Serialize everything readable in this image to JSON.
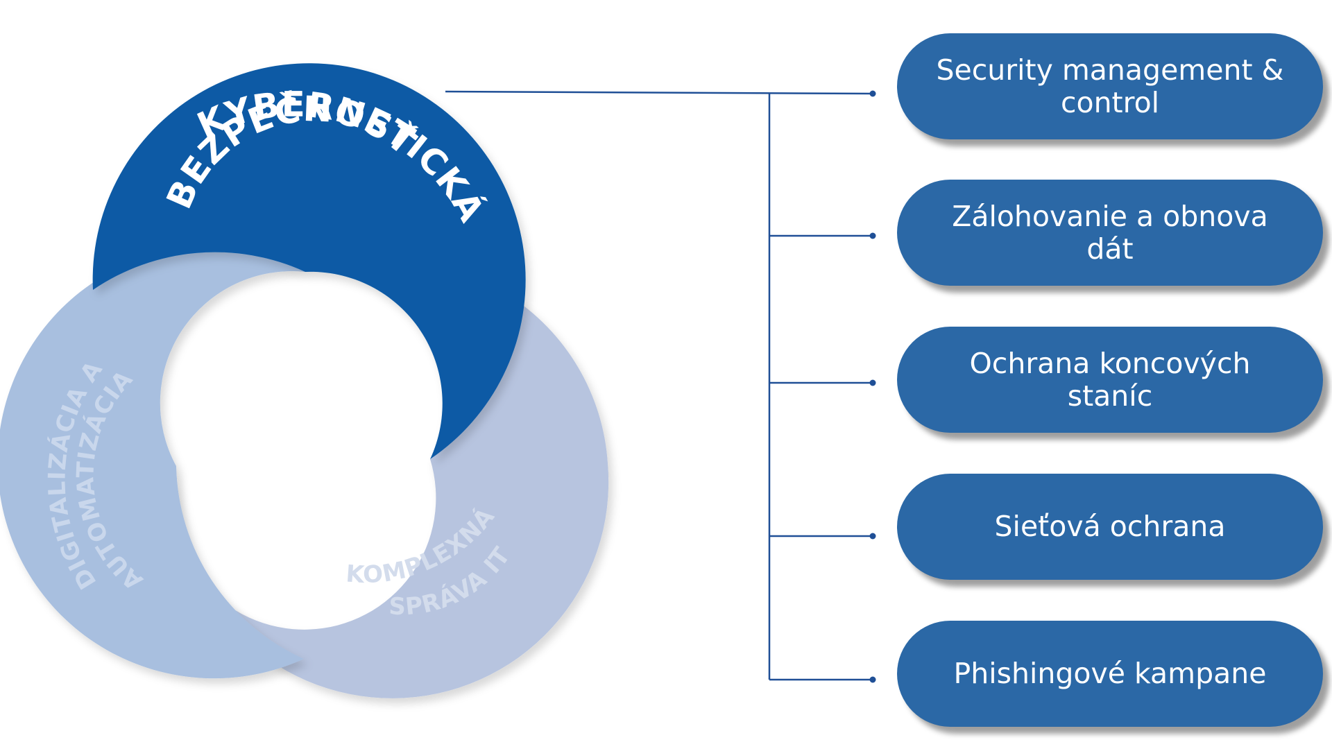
{
  "diagram": {
    "center_circle": {
      "title_line1": "KYBERNETICKÁ",
      "title_line2": "BEZPEČNOSŤ"
    },
    "left_circle": {
      "label_line1": "DIGITALIZÁCIA A",
      "label_line2": "AUTOMATIZÁCIA"
    },
    "right_circle": {
      "label_line1": "KOMPLEXNÁ",
      "label_line2": "SPRÁVA IT"
    },
    "items": [
      {
        "label": "Security management & control"
      },
      {
        "label": "Zálohovanie a obnova dát"
      },
      {
        "label": "Ochrana koncových staníc"
      },
      {
        "label": "Sieťová ochrana"
      },
      {
        "label": "Phishingové kampane"
      }
    ]
  },
  "colors": {
    "primary": "#0a5aa5",
    "pill": "#2b68a6",
    "connector": "#1f4f96",
    "left_circle": "#a8bfdf",
    "right_circle": "#b7c4df"
  }
}
